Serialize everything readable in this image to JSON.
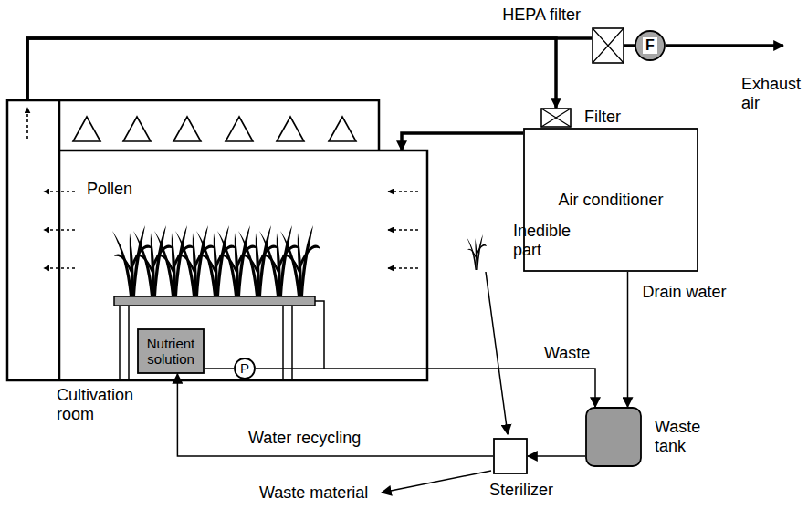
{
  "diagram": {
    "nodes": [
      {
        "text": [
          "Cultivation room"
        ]
      },
      {
        "text": [
          "Nutrient solution"
        ],
        "in": 0
      },
      {
        "text": [
          "P"
        ],
        "in": 0
      },
      {
        "text": [
          "HEPA filter"
        ]
      },
      {
        "text": [
          "F"
        ]
      },
      {
        "text": [
          "Filter"
        ]
      },
      {
        "text": [
          "Air conditioner"
        ]
      },
      {
        "text": [
          "Waste tank"
        ]
      },
      {
        "text": [
          "Sterilizer"
        ]
      }
    ],
    "edges": [
      {
        "from": 0,
        "to": 3,
        "arrow": "none"
      },
      {
        "from": 0,
        "to": 5,
        "arrow": "to"
      },
      {
        "from": 3,
        "to": 4,
        "arrow": "none"
      },
      {
        "from": 6,
        "to": 0,
        "arrow": "to"
      },
      {
        "from": 1,
        "to": 2,
        "arrow": "none"
      },
      {
        "from": 2,
        "to": 7,
        "label": "Waste",
        "arrow": "to"
      },
      {
        "from": 6,
        "to": 7,
        "label": "Drain water",
        "arrow": "to"
      },
      {
        "from": 7,
        "to": 8,
        "arrow": "to"
      },
      {
        "from": 8,
        "to": 1,
        "label": "Water recycling",
        "arrow": "to"
      }
    ],
    "labels": [
      "Pollen",
      "Exhaust air",
      "Inedible part",
      "Waste material"
    ]
  }
}
